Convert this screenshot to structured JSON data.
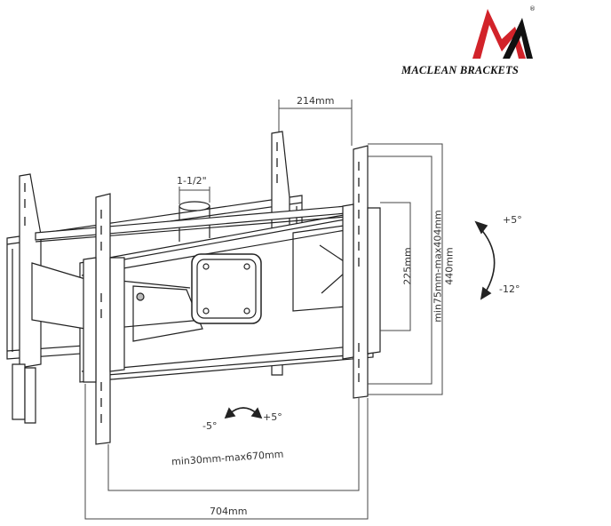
{
  "brand": {
    "name": "MACLEAN BRACKETS",
    "registered": "®",
    "logo_colors": {
      "red": "#d2232a",
      "black": "#111111"
    }
  },
  "dimensions": {
    "top_width": "214mm",
    "pipe": "1-1/2\"",
    "vesa_vertical_min": "225mm",
    "vesa_vertical_range": "min75mm-max404mm",
    "overall_height": "440mm",
    "vesa_horizontal_range": "min30mm-max670mm",
    "overall_width": "704mm"
  },
  "tilt": {
    "up": "+5°",
    "down": "-12°"
  },
  "swivel": {
    "left": "-5°",
    "right": "+5°"
  },
  "colors": {
    "line": "#222222",
    "dim": "#444444"
  }
}
